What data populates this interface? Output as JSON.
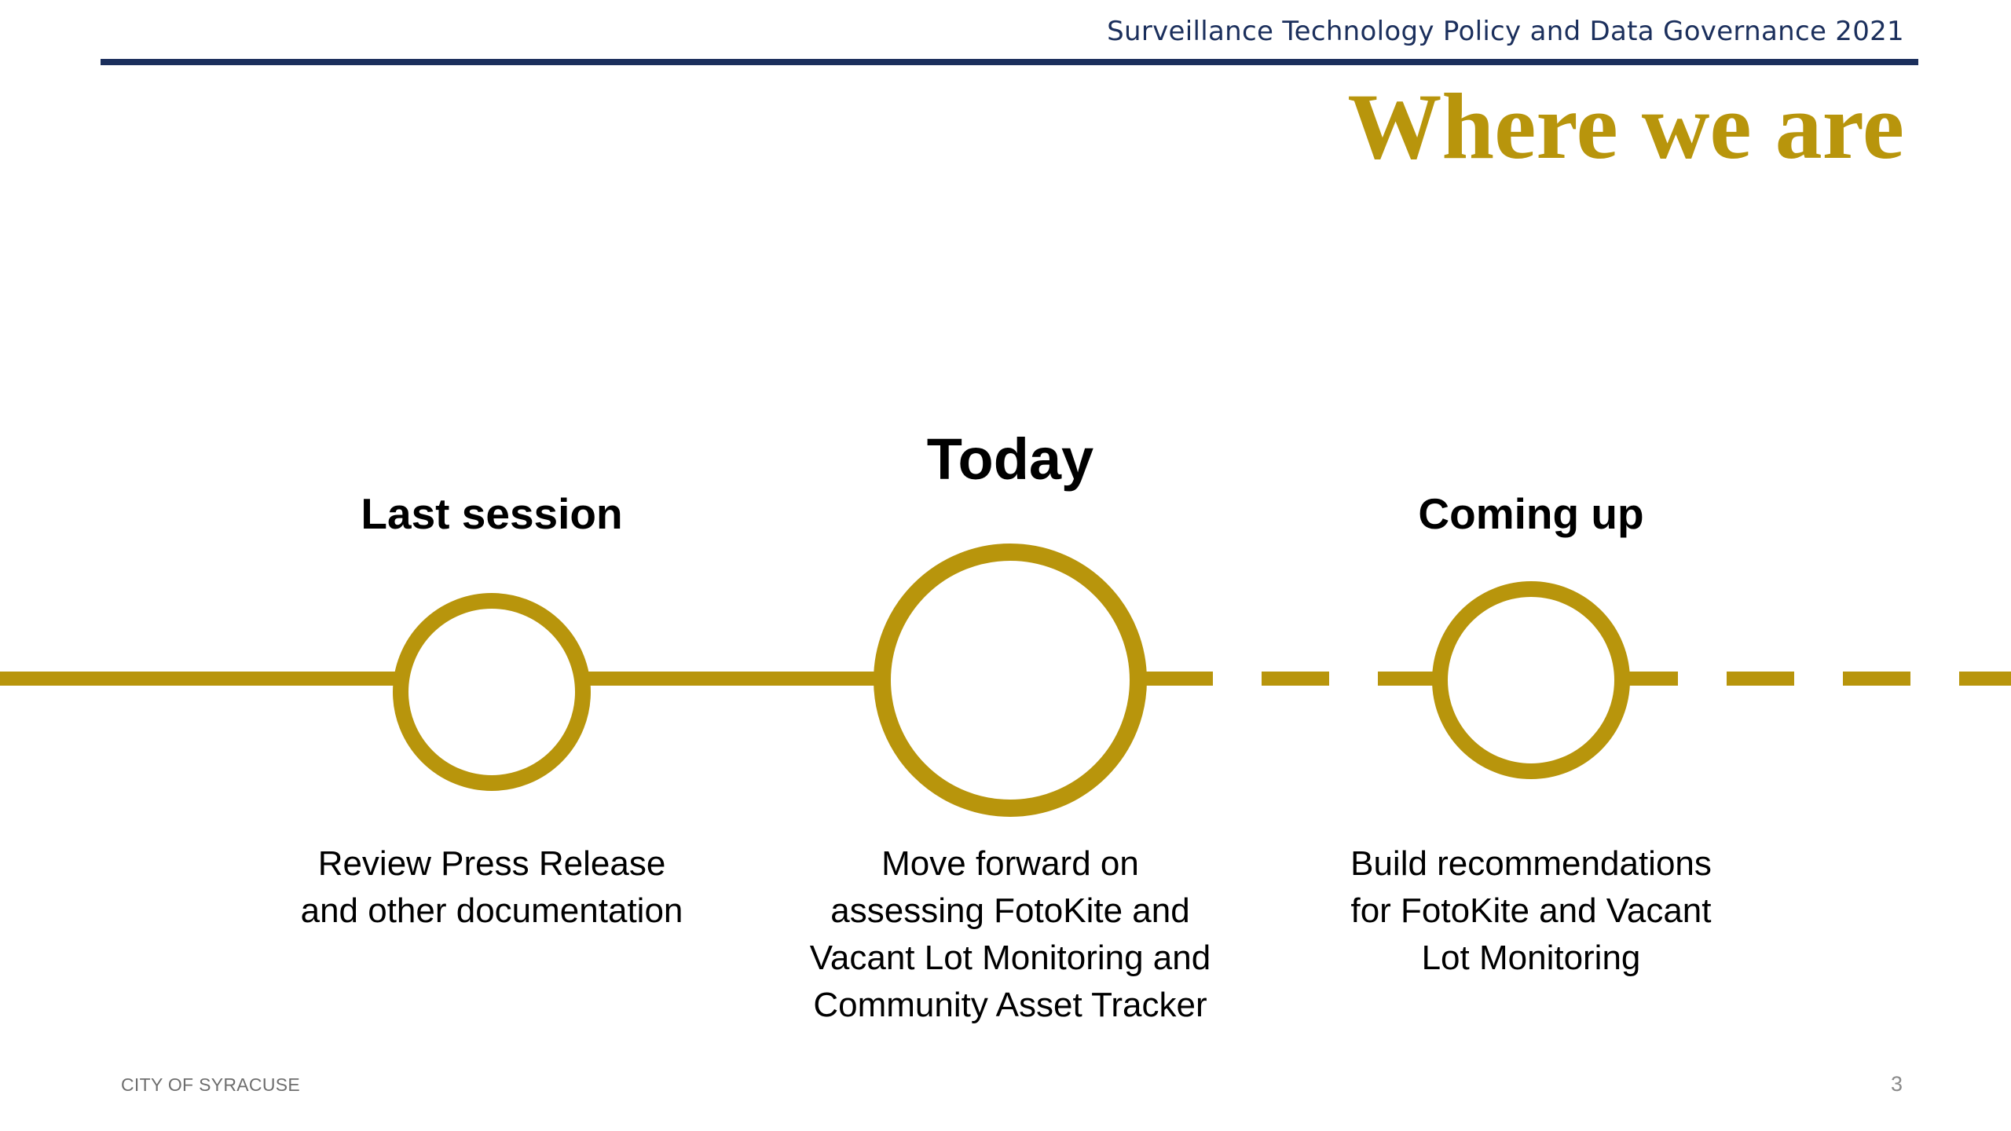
{
  "header": {
    "title": "Surveillance Technology Policy and Data Governance 2021",
    "rule_color": "#1b2f5c"
  },
  "slide": {
    "title": "Where we are"
  },
  "timeline": {
    "accent_color": "#b8950c",
    "milestones": [
      {
        "label": "Last session",
        "description": "Review Press Release and other documentation",
        "emphasis": "normal"
      },
      {
        "label": "Today",
        "description": "Move forward on assessing FotoKite and Vacant Lot Monitoring and Community Asset Tracker",
        "emphasis": "current"
      },
      {
        "label": "Coming up",
        "description": "Build recommendations for FotoKite and Vacant Lot Monitoring",
        "emphasis": "normal"
      }
    ]
  },
  "footer": {
    "organization": "CITY OF SYRACUSE",
    "page_number": "3"
  }
}
